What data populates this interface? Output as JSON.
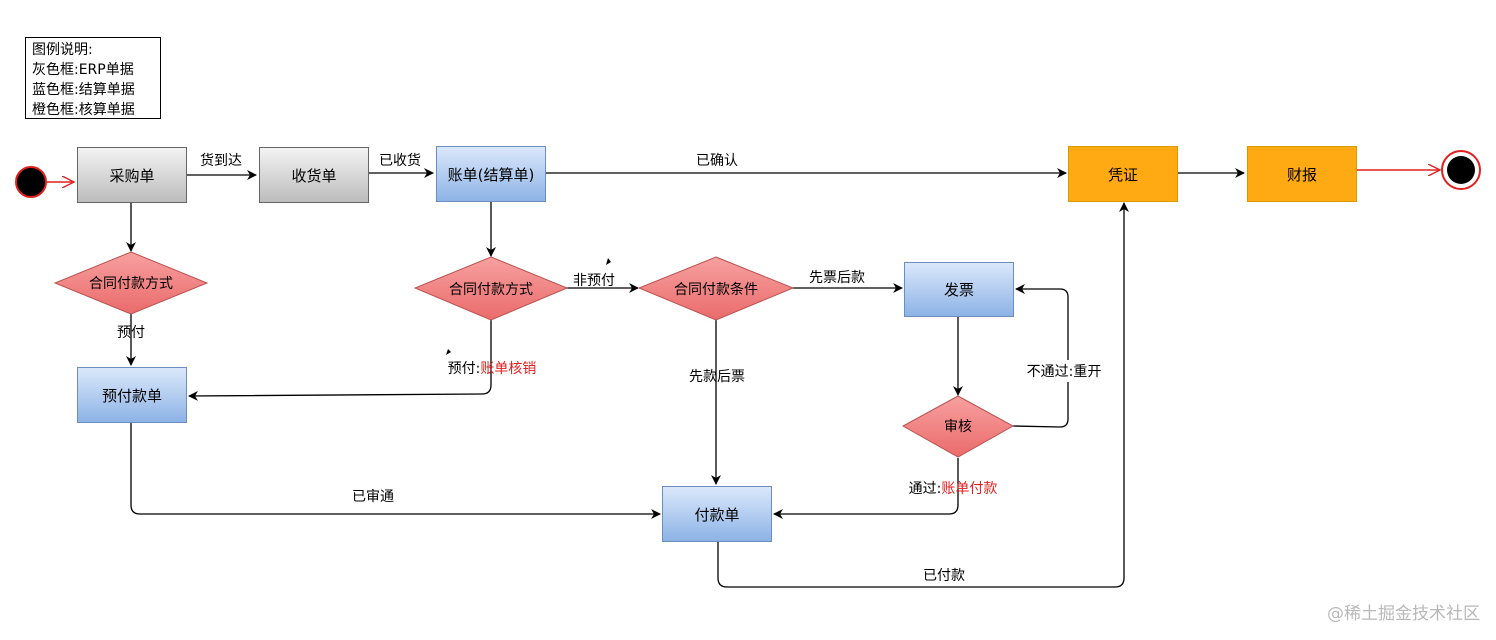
{
  "legend": {
    "title": "图例说明:",
    "gray": "灰色框:ERP单据",
    "blue": "蓝色框:结算单据",
    "orange": "橙色框:核算单据"
  },
  "nodes": {
    "purchase_order": "采购单",
    "receipt": "收货单",
    "bill": "账单(结算单)",
    "voucher": "凭证",
    "report": "财报",
    "contract_pay_1": "合同付款方式",
    "contract_pay_2": "合同付款方式",
    "contract_pay_cond": "合同付款条件",
    "invoice": "发票",
    "prepay_order": "预付款单",
    "audit": "审核",
    "payment_order": "付款单"
  },
  "edges": {
    "arrived": "货到达",
    "received": "已收货",
    "confirmed": "已确认",
    "prepay": "预付",
    "non_prepay": "非预付",
    "invoice_first": "先票后款",
    "prepay_writeoff_prefix": "预付:",
    "prepay_writeoff_red": "账单核销",
    "pay_first": "先款后票",
    "reject": "不通过:重开",
    "approved": "已审通",
    "pass_prefix": "通过:",
    "pass_red": "账单付款",
    "paid": "已付款"
  },
  "colors": {
    "gray_box": "#bdbdbd",
    "blue_box": "#8db3e6",
    "orange_box": "#ffa913",
    "diamond": "#f08080",
    "accent_red": "#e0201f"
  },
  "watermark": "@稀土掘金技术社区"
}
